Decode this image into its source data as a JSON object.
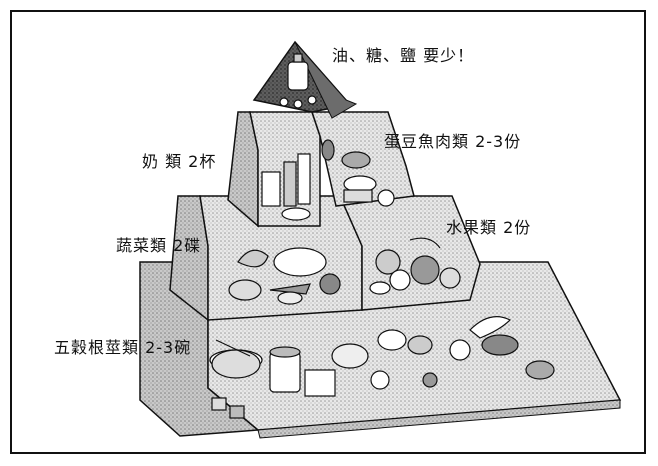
{
  "diagram": {
    "tiers": [
      {
        "label": "油、糖、鹽 要少！"
      },
      {
        "label": "奶  類  2杯"
      },
      {
        "label": "蛋豆魚肉類 2-3份"
      },
      {
        "label": "蔬菜類  2碟"
      },
      {
        "label": "水果類   2份"
      },
      {
        "label": "五穀根莖類 2-3碗"
      }
    ]
  }
}
